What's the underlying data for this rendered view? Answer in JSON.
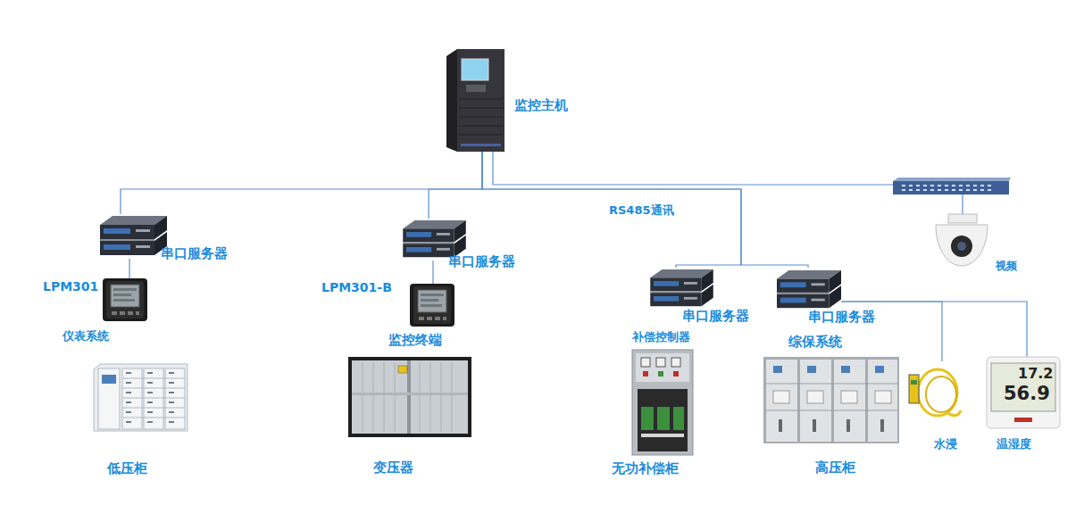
{
  "diagram": {
    "nodes": [
      {
        "text": [
          "监控主机"
        ]
      },
      {
        "text": [
          "串口服务器"
        ]
      },
      {
        "text": [
          "LPM301",
          "仪表系统"
        ]
      },
      {
        "text": [
          "低压柜"
        ]
      },
      {
        "text": [
          "串口服务器"
        ]
      },
      {
        "text": [
          "LPM301-B",
          "监控终端"
        ]
      },
      {
        "text": [
          "变压器"
        ]
      },
      {
        "text": [
          "串口服务器"
        ]
      },
      {
        "text": [
          "补偿控制器",
          "无功补偿柜"
        ]
      },
      {
        "text": [
          "串口服务器"
        ]
      },
      {
        "text": [
          "综保系统",
          "高压柜"
        ]
      },
      {
        "text": [
          "水浸"
        ]
      },
      {
        "text": [
          "温湿度"
        ]
      },
      {
        "text": [
          "视频"
        ]
      }
    ],
    "edges": [
      {
        "from": 0,
        "to": 1,
        "arrow": "none"
      },
      {
        "from": 0,
        "to": 4,
        "arrow": "none"
      },
      {
        "from": 0,
        "to": 7,
        "arrow": "none"
      },
      {
        "from": 0,
        "to": 9,
        "arrow": "none"
      },
      {
        "from": 1,
        "to": 2,
        "arrow": "none"
      },
      {
        "from": 4,
        "to": 5,
        "arrow": "none"
      },
      {
        "from": 9,
        "to": 11,
        "arrow": "none"
      },
      {
        "from": 9,
        "to": 12,
        "arrow": "none"
      },
      {
        "from": 0,
        "to": 13,
        "arrow": "none"
      }
    ],
    "labels": [
      "RS485通讯",
      "17.2",
      "56.9"
    ]
  }
}
